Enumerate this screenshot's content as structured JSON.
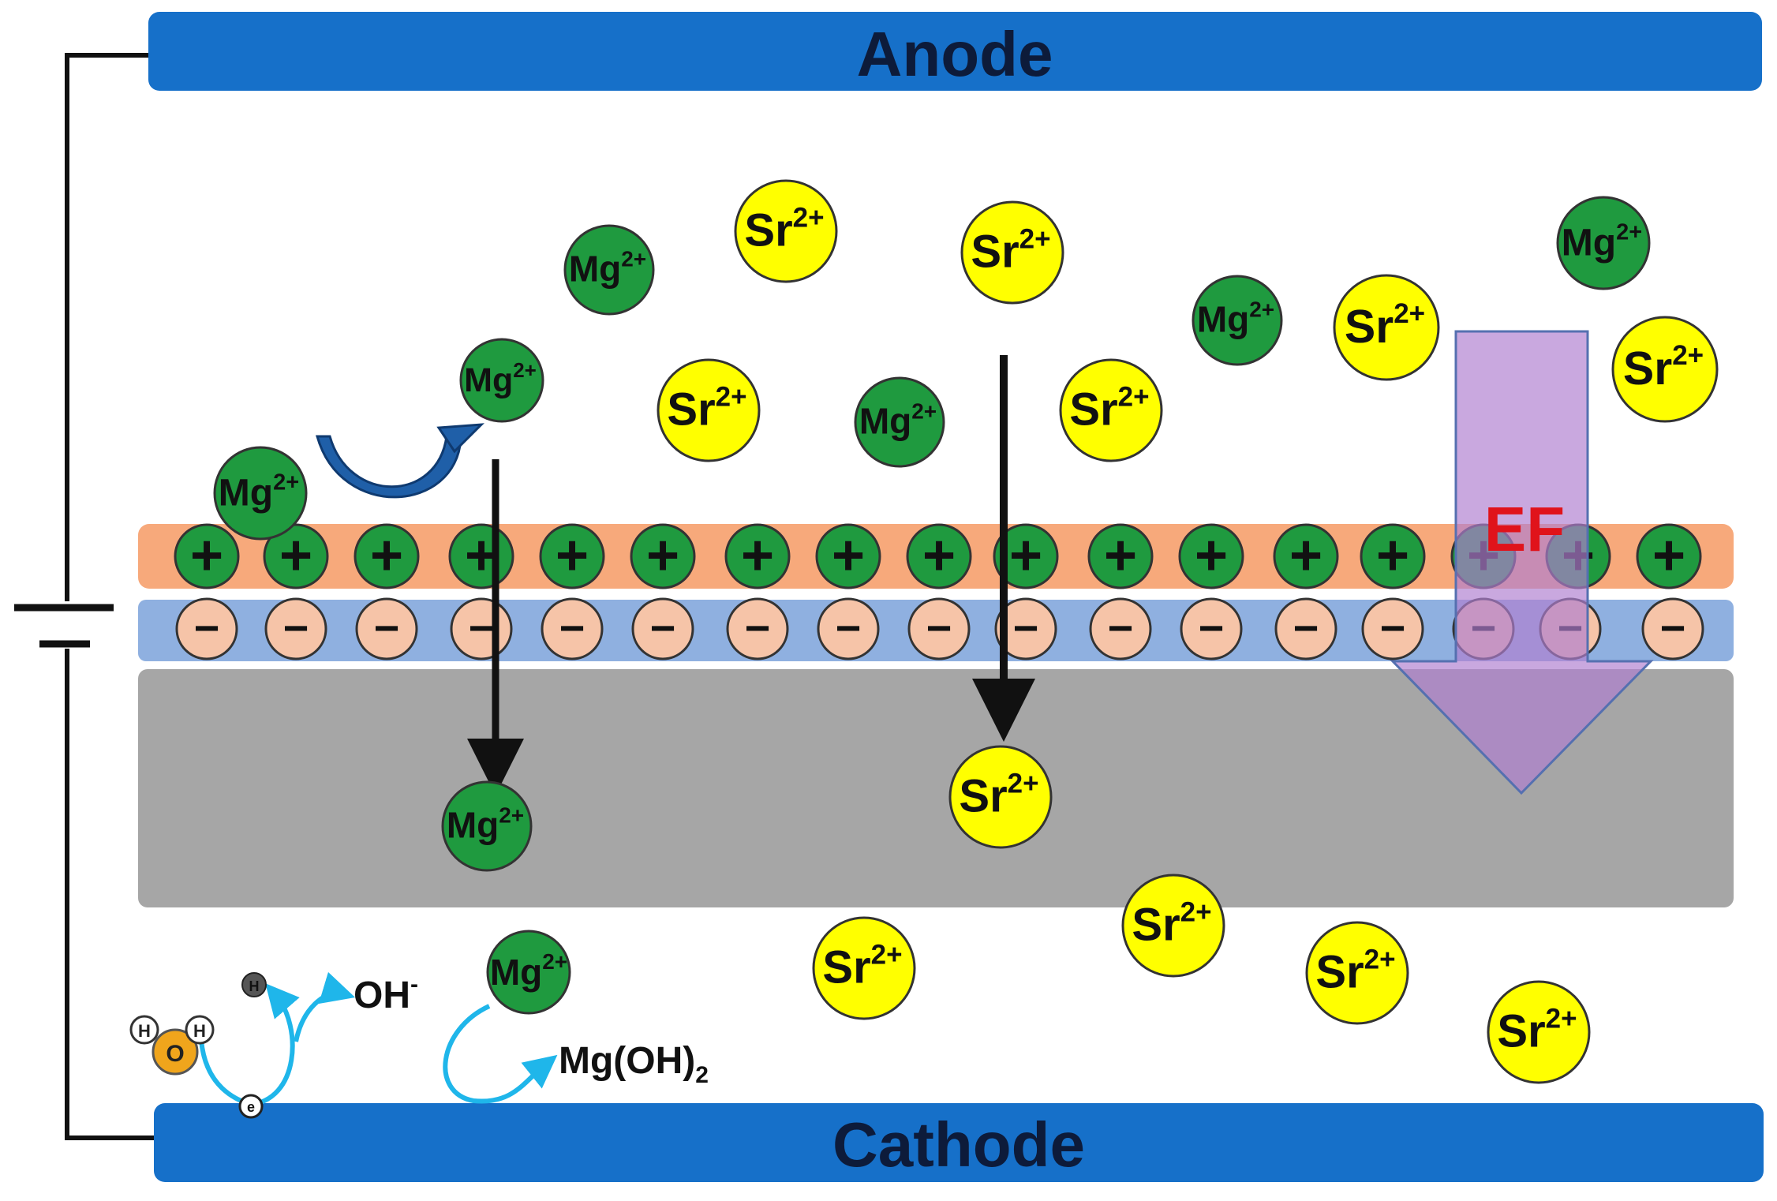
{
  "electrodes": {
    "anode_label": "Anode",
    "cathode_label": "Cathode",
    "color": "#1670c9"
  },
  "layers": {
    "positive_layer_color": "#f7a97b",
    "negative_layer_color": "#8fb0e0",
    "substrate_color": "#a6a6a6",
    "positive_charge_symbol": "+",
    "negative_charge_symbol": "−"
  },
  "ions": {
    "mg": {
      "base": "Mg",
      "charge": "2+",
      "color": "#1f9a3f"
    },
    "sr": {
      "base": "Sr",
      "charge": "2+",
      "color": "#ffff00"
    }
  },
  "field": {
    "label": "EF",
    "arrow_color": "#b07fd0"
  },
  "reactions": {
    "water_o": "O",
    "water_h": "H",
    "hydrogen": "H",
    "electron": "e",
    "hydroxide_base": "OH",
    "hydroxide_charge": "-",
    "mg_ion_base": "Mg",
    "mg_ion_charge": "2+",
    "product_base": "Mg(OH)",
    "product_subscript": "2",
    "arrow_color": "#1fb6ea"
  },
  "colors": {
    "wire": "#111111",
    "arrow": "#111111",
    "curved_arrow": "#1f5fa8"
  }
}
